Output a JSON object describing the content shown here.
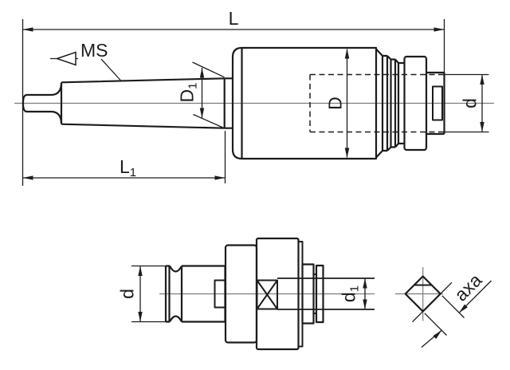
{
  "figure": {
    "kind": "technical-drawing",
    "description": "Two-view dimensioned drawing of a Morse taper tapping chuck with quick-change tap adapter and square end view"
  },
  "labels": {
    "overall_length": "L",
    "taper_length": {
      "base": "L",
      "sub": "1"
    },
    "morse_taper": "MS",
    "taper_diameter": {
      "base": "D",
      "sub": "1"
    },
    "body_diameter": "D",
    "socket_diameter": "d",
    "shank_diameter": "d",
    "tap_shank_diameter": {
      "base": "d",
      "sub": "1"
    },
    "square_size": "axa"
  },
  "colors": {
    "line": "#1c1c1c",
    "centerline": "#7d7d7d",
    "background": "#ffffff"
  }
}
